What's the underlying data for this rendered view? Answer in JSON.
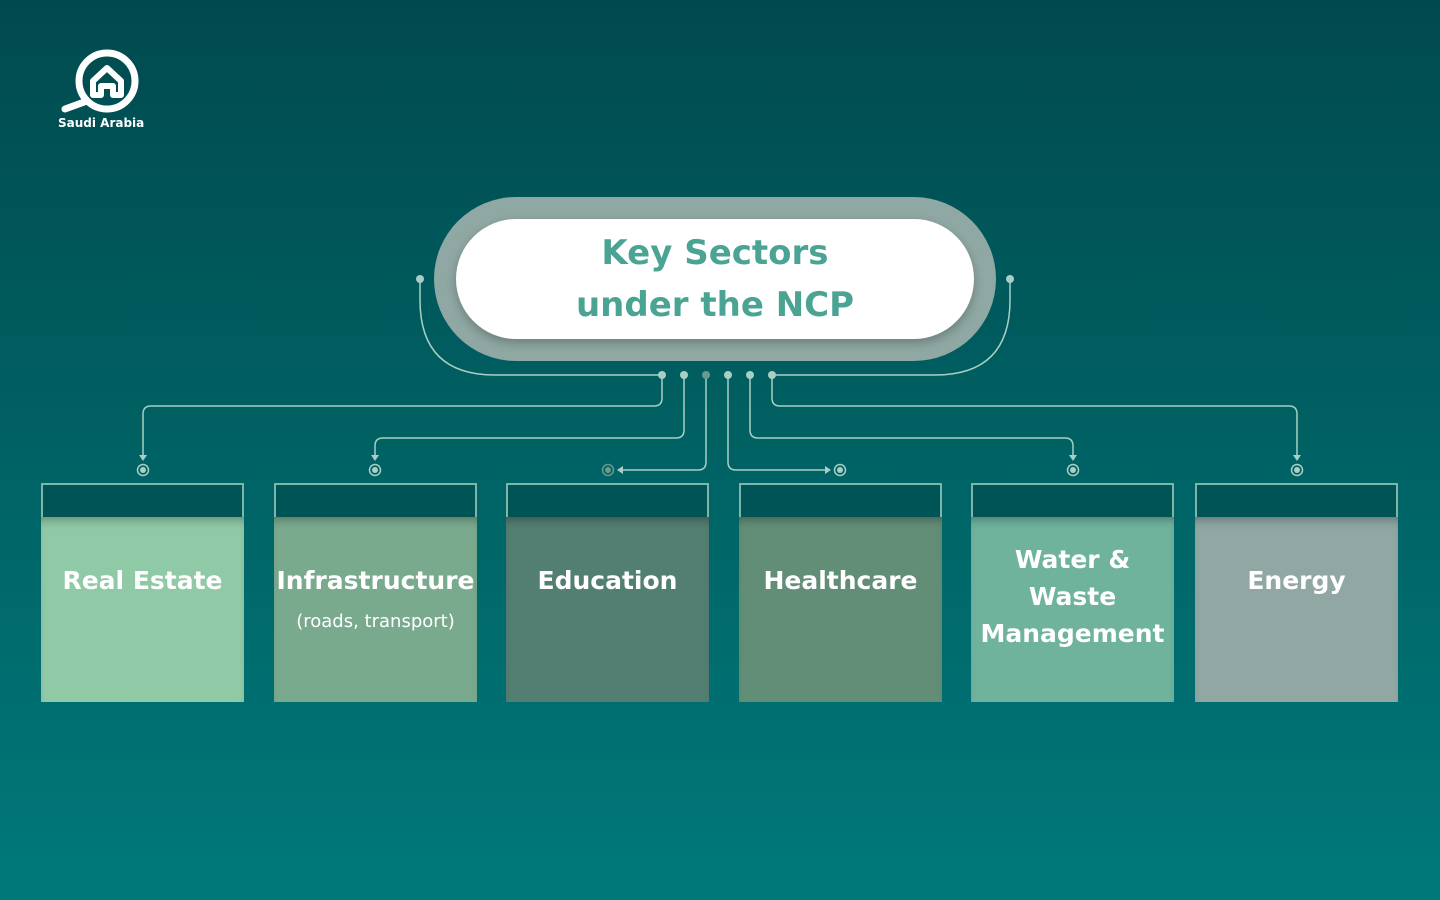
{
  "brand": {
    "logo_icon": "house-magnifier-icon",
    "name": "Saudi Arabia"
  },
  "title": {
    "text": "Key Sectors\nunder the NCP"
  },
  "sectors": [
    {
      "label": "Real Estate",
      "sub": "",
      "color": "#8fc9a5"
    },
    {
      "label": "Infrastructure",
      "sub": "(roads, transport)",
      "color": "#7aaa8d"
    },
    {
      "label": "Education",
      "sub": "",
      "color": "#537e72"
    },
    {
      "label": "Healthcare",
      "sub": "",
      "color": "#628e77"
    },
    {
      "label": "Water &\nWaste\nManagement",
      "sub": "",
      "color": "#6fb39d"
    },
    {
      "label": "Energy",
      "sub": "",
      "color": "#90a7a4"
    }
  ],
  "colors": {
    "background_top": "#004a4f",
    "background_bottom": "#00797b",
    "title_text": "#4aa393",
    "connector": "#a9cfc4"
  }
}
